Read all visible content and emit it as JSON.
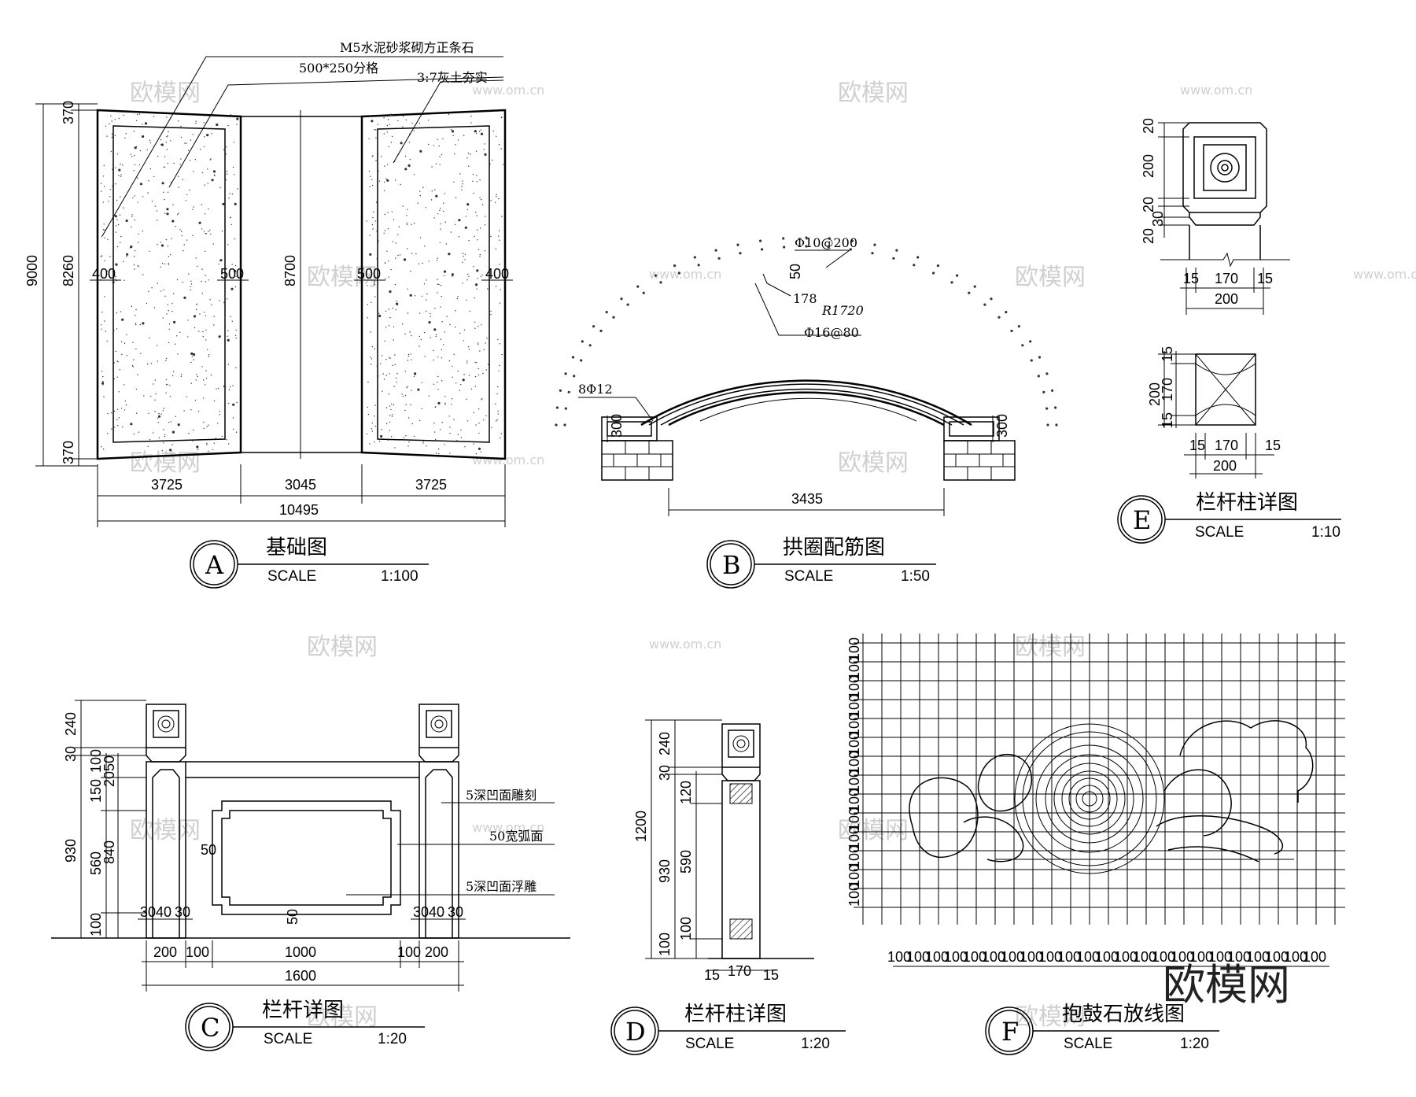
{
  "watermark": {
    "brand": "欧模网",
    "site": "www.om.cn"
  },
  "panelA": {
    "id": "A",
    "title": "基础图",
    "scale_label": "SCALE",
    "scale": "1:100",
    "notes": [
      "M5水泥砂浆砌方正条石",
      "500*250分格",
      "3:7灰土夯实"
    ],
    "dims": {
      "left_total": "9000",
      "left_mid": "8260",
      "top": "370",
      "bottom": "370",
      "center": "8700",
      "w1": "400",
      "w2": "500",
      "w3": "500",
      "w4": "400",
      "b1": "3725",
      "b2": "3045",
      "b3": "3725",
      "total": "10495"
    }
  },
  "panelB": {
    "id": "B",
    "title": "拱圈配筋图",
    "scale_label": "SCALE",
    "scale": "1:50",
    "labels": [
      "Φ10@200",
      "50",
      "178",
      "R1720",
      "Φ16@80",
      "8Φ12",
      "300",
      "300"
    ],
    "span": "3435"
  },
  "panelC": {
    "id": "C",
    "title": "栏杆详图",
    "scale_label": "SCALE",
    "scale": "1:20",
    "notes": [
      "5深凹面雕刻",
      "50宽弧面",
      "5深凹面浮雕"
    ],
    "left_dims": [
      "30",
      "240",
      "150",
      "100",
      "20",
      "50",
      "930",
      "560",
      "840",
      "100"
    ],
    "inner_dims": [
      "50",
      "50",
      "30",
      "40",
      "30",
      "30",
      "40",
      "30"
    ],
    "bottom": [
      "200",
      "100",
      "1000",
      "100",
      "200"
    ],
    "total": "1600"
  },
  "panelD": {
    "id": "D",
    "title": "栏杆柱详图",
    "scale_label": "SCALE",
    "scale": "1:20",
    "dims": [
      "30",
      "240",
      "1200",
      "120",
      "930",
      "590",
      "100",
      "100",
      "15",
      "170",
      "15"
    ]
  },
  "panelE": {
    "id": "E",
    "title": "栏杆柱详图",
    "scale_label": "SCALE",
    "scale": "1:10",
    "top_dims": [
      "20",
      "200",
      "20",
      "30",
      "20"
    ],
    "plan_dims": [
      "15",
      "170",
      "15",
      "200"
    ],
    "bottom1": [
      "15",
      "170",
      "15"
    ],
    "bottom1_total": "200",
    "bottom2": [
      "15",
      "170",
      "15"
    ],
    "bottom2_total": "200"
  },
  "panelF": {
    "id": "F",
    "title": "抱鼓石放线图",
    "scale_label": "SCALE",
    "scale": "1:20",
    "grid_label": "100"
  }
}
